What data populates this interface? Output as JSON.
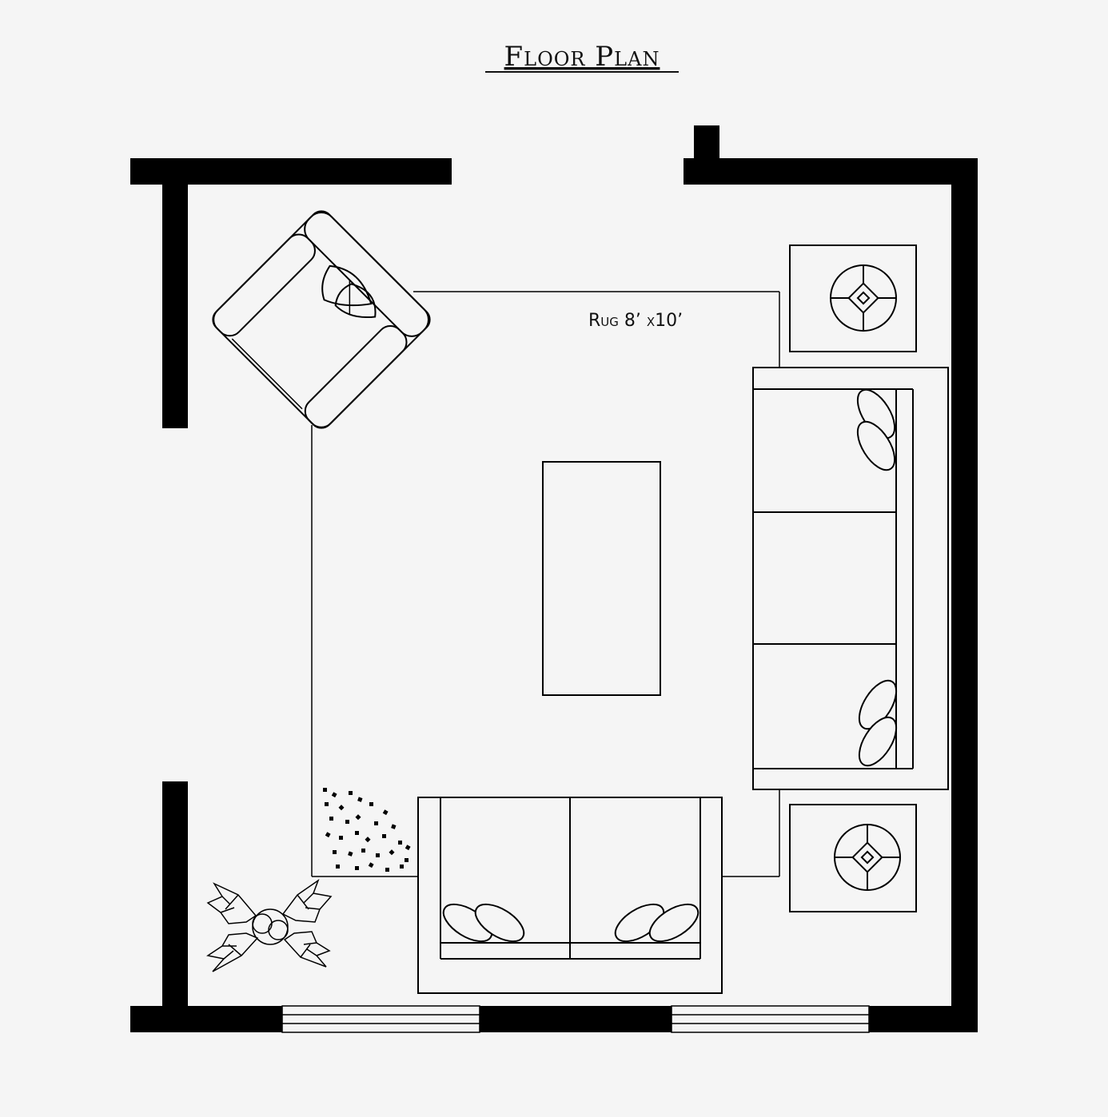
{
  "title": "Floor Plan",
  "rug": {
    "label": "Rug 8’ x10’"
  },
  "colors": {
    "background": "#f5f5f5",
    "ink": "#000000"
  },
  "elements": {
    "walls": "wall",
    "armchair": "armchair-icon",
    "coffee_table": "coffee-table-icon",
    "sofa": "sofa-icon",
    "loveseat": "loveseat-icon",
    "end_tables": "end-table-icon",
    "lamps": "lamp-icon",
    "plant": "plant-icon",
    "basket": "dotted-basket-icon",
    "windows": "window-icon"
  }
}
